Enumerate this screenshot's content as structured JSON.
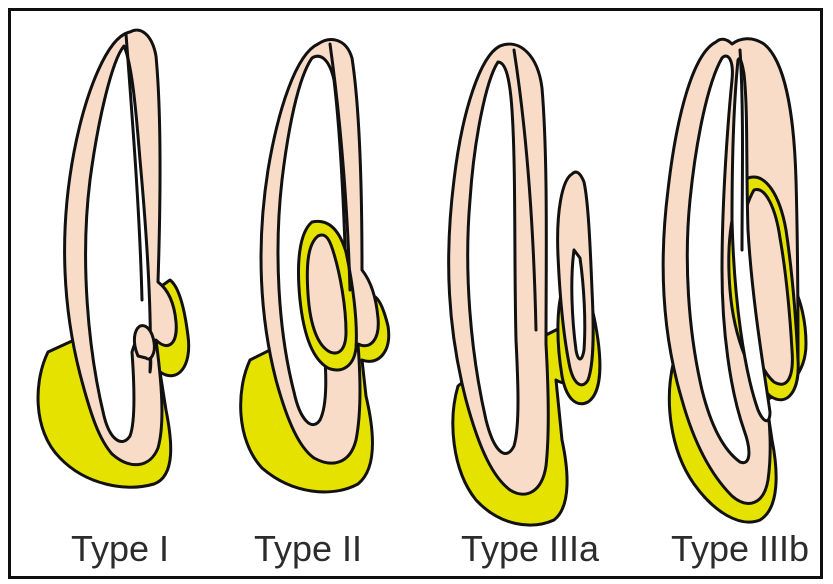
{
  "labels": {
    "type_1": "Type I",
    "type_2": "Type II",
    "type_3a": "Type IIIa",
    "type_3b": "Type IIIb"
  },
  "colors": {
    "tooth": "#f8dcc8",
    "enamel": "#e6e200",
    "outline": "#111111",
    "pulp": "#ffffff"
  }
}
